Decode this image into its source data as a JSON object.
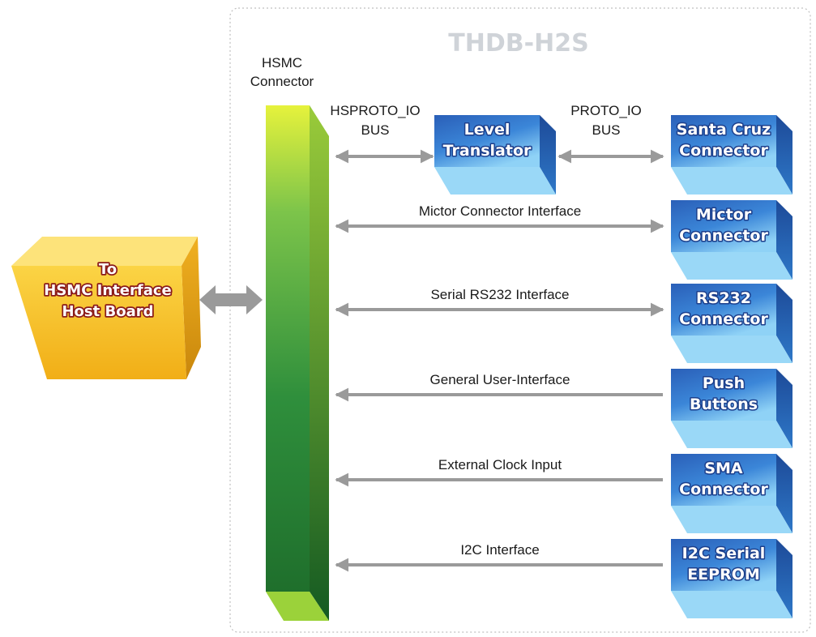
{
  "title": "THDB-H2S",
  "hsmc_connector": {
    "line1": "HSMC",
    "line2": "Connector"
  },
  "host_board": {
    "line1": "To",
    "line2": "HSMC Interface",
    "line3": "Host Board"
  },
  "level_translator": {
    "line1": "Level",
    "line2": "Translator"
  },
  "buses": {
    "hsproto": {
      "line1": "HSPROTO_IO",
      "line2": "BUS"
    },
    "proto": {
      "line1": "PROTO_IO",
      "line2": "BUS"
    }
  },
  "interfaces": [
    {
      "label": "",
      "direction": "bidirectional",
      "block": {
        "line1": "Santa Cruz",
        "line2": "Connector"
      }
    },
    {
      "label": "Mictor Connector Interface",
      "direction": "bidirectional",
      "block": {
        "line1": "Mictor",
        "line2": "Connector"
      }
    },
    {
      "label": "Serial RS232 Interface",
      "direction": "bidirectional",
      "block": {
        "line1": "RS232",
        "line2": "Connector"
      }
    },
    {
      "label": "General User-Interface",
      "direction": "to-hsmc",
      "block": {
        "line1": "Push",
        "line2": "Buttons"
      }
    },
    {
      "label": "External Clock Input",
      "direction": "to-hsmc",
      "block": {
        "line1": "SMA",
        "line2": "Connector"
      }
    },
    {
      "label": "I2C Interface",
      "direction": "to-hsmc",
      "block": {
        "line1": "I2C Serial",
        "line2": "EEPROM"
      }
    }
  ],
  "colors": {
    "block_blue": "#2f6fc4",
    "block_blue_light": "#8fd2f6",
    "hsmc_green": "#2d8a3a",
    "hsmc_green_light": "#d8ee3a",
    "host_gold": "#f2b61c",
    "arrow_gray": "#9a9a9a"
  }
}
